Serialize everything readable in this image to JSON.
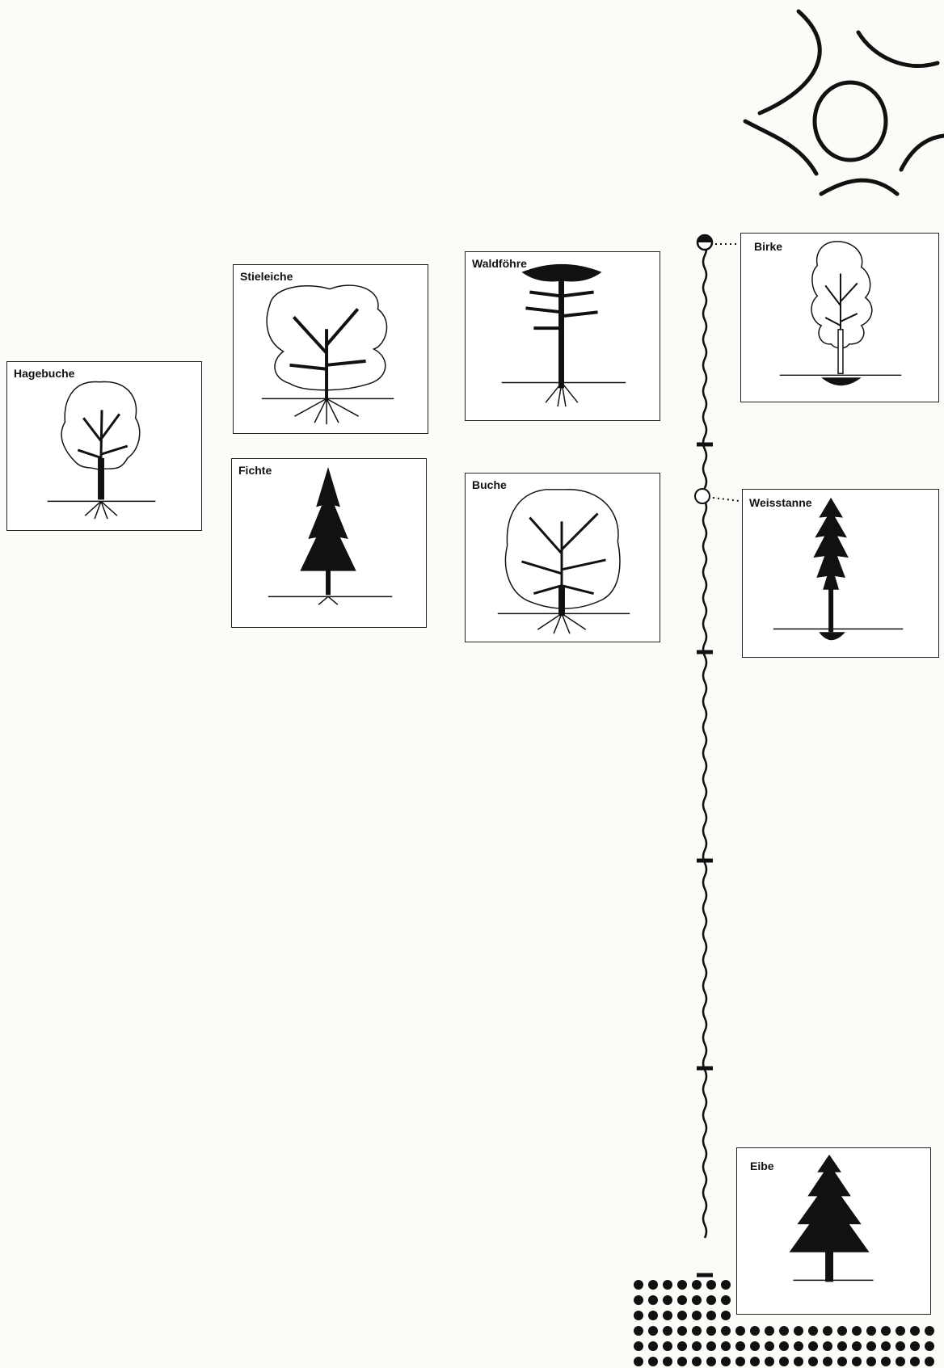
{
  "trees": {
    "hagebuche": {
      "name": "Hagebuche",
      "icon": "deciduous-tree-icon"
    },
    "stieleiche": {
      "name": "Stieleiche",
      "icon": "oak-tree-icon"
    },
    "fichte": {
      "name": "Fichte",
      "icon": "spruce-tree-icon"
    },
    "waldfoehre": {
      "name": "Waldföhre",
      "icon": "pine-tree-icon"
    },
    "buche": {
      "name": "Buche",
      "icon": "beech-tree-icon"
    },
    "birke": {
      "name": "Birke",
      "icon": "birch-tree-icon"
    },
    "weisstanne": {
      "name": "Weisstanne",
      "icon": "fir-tree-icon"
    },
    "eibe": {
      "name": "Eibe",
      "icon": "yew-tree-icon"
    }
  },
  "scale": {
    "marker_top": "half-filled-circle",
    "marker_weisstanne": "open-circle",
    "tick_count": 6
  },
  "colors": {
    "ink": "#111111",
    "paper": "#fbfbf8"
  }
}
